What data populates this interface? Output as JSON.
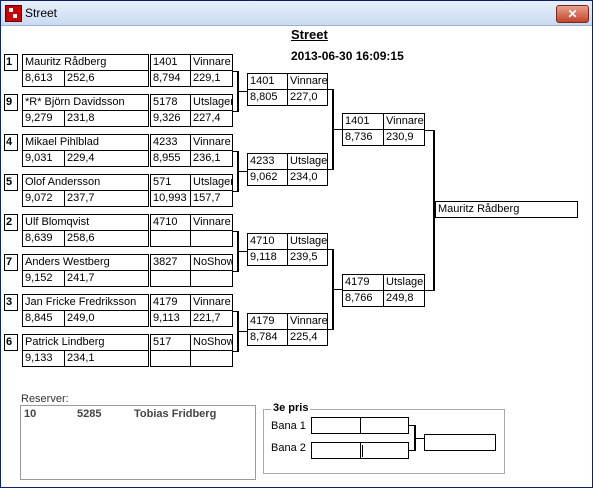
{
  "window": {
    "title": "Street",
    "close_glyph": "✕"
  },
  "header": {
    "title": "Street",
    "datetime": "2013-06-30 16:09:15"
  },
  "round1": [
    {
      "seed": "1",
      "name": "Mauritz Rådberg",
      "t1": "8,613",
      "t2": "252,6",
      "num": "1401",
      "result": "Vinnare",
      "r1": "8,794",
      "r2": "229,1"
    },
    {
      "seed": "9",
      "name": "*R* Björn Davidsson",
      "t1": "9,279",
      "t2": "231,8",
      "num": "5178",
      "result": "Utslagen",
      "r1": "9,326",
      "r2": "227,4"
    },
    {
      "seed": "4",
      "name": "Mikael Pihlblad",
      "t1": "9,031",
      "t2": "229,4",
      "num": "4233",
      "result": "Vinnare",
      "r1": "8,955",
      "r2": "236,1"
    },
    {
      "seed": "5",
      "name": "Olof Andersson",
      "t1": "9,072",
      "t2": "237,7",
      "num": "571",
      "result": "Utslagen",
      "r1": "10,993",
      "r2": "157,7"
    },
    {
      "seed": "2",
      "name": "Ulf Blomqvist",
      "t1": "8,639",
      "t2": "258,6",
      "num": "4710",
      "result": "Vinnare",
      "r1": "",
      "r2": ""
    },
    {
      "seed": "7",
      "name": "Anders Westberg",
      "t1": "9,152",
      "t2": "241,7",
      "num": "3827",
      "result": "NoShow",
      "r1": "",
      "r2": ""
    },
    {
      "seed": "3",
      "name": "Jan Fricke  Fredriksson",
      "t1": "8,845",
      "t2": "249,0",
      "num": "4179",
      "result": "Vinnare",
      "r1": "9,113",
      "r2": "221,7"
    },
    {
      "seed": "6",
      "name": "Patrick Lindberg",
      "t1": "9,133",
      "t2": "234,1",
      "num": "517",
      "result": "NoShow",
      "r1": "",
      "r2": ""
    }
  ],
  "round2": [
    {
      "num": "1401",
      "result": "Vinnare",
      "r1": "8,805",
      "r2": "227,0"
    },
    {
      "num": "4233",
      "result": "Utslagen",
      "r1": "9,062",
      "r2": "234,0"
    },
    {
      "num": "4710",
      "result": "Utslagen",
      "r1": "9,118",
      "r2": "239,5"
    },
    {
      "num": "4179",
      "result": "Vinnare",
      "r1": "8,784",
      "r2": "225,4"
    }
  ],
  "round3": [
    {
      "num": "1401",
      "result": "Vinnare",
      "r1": "8,736",
      "r2": "230,9"
    },
    {
      "num": "4179",
      "result": "Utslagen",
      "r1": "8,766",
      "r2": "249,8"
    }
  ],
  "winner": "Mauritz Rådberg",
  "reserves": {
    "label": "Reserver:",
    "items": [
      {
        "seed": "10",
        "num": "5285",
        "name": "Tobias Fridberg"
      }
    ]
  },
  "third_place": {
    "title": "3e pris",
    "lane1": "Bana 1",
    "lane2": "Bana 2"
  }
}
